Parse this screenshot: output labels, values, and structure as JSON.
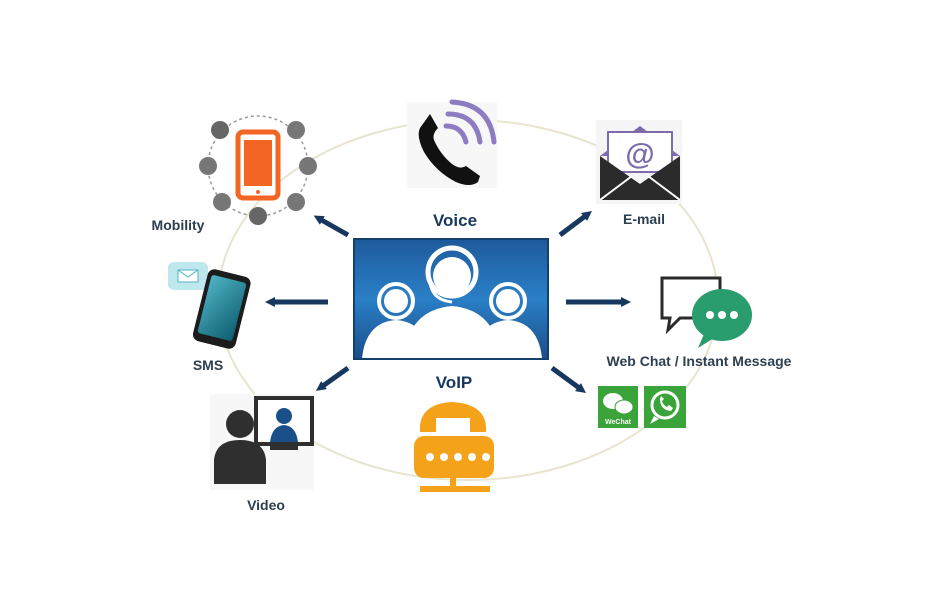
{
  "diagram": {
    "center_node": {
      "icon": "call-center-agents-icon"
    },
    "channels": [
      {
        "id": "voice",
        "label": "Voice",
        "icon": "phone-call-icon",
        "color": "#8e7cc3"
      },
      {
        "id": "email",
        "label": "E-mail",
        "icon": "envelope-at-icon",
        "color": "#7e6bab"
      },
      {
        "id": "webchat",
        "label": "Web Chat / Instant Message",
        "icon": "chat-bubbles-icon",
        "color": "#2a9d6f"
      },
      {
        "id": "wechat",
        "label": "WeChat",
        "icon": "wechat-icon",
        "color": "#3aa33a"
      },
      {
        "id": "whatsapp",
        "label": "WhatsApp",
        "icon": "whatsapp-icon",
        "color": "#3aa33a"
      },
      {
        "id": "voip",
        "label": "VoIP",
        "icon": "voip-phone-icon",
        "color": "#f4a21a"
      },
      {
        "id": "video",
        "label": "Video",
        "icon": "video-conference-icon",
        "color": "#2f2f2f"
      },
      {
        "id": "sms",
        "label": "SMS",
        "icon": "smartphone-message-icon",
        "color": "#1e6f84"
      },
      {
        "id": "mobility",
        "label": "Mobility",
        "icon": "mobile-apps-icon",
        "color": "#f26522"
      }
    ],
    "wechat_badge_text": "WeChat",
    "colors": {
      "hub_dark": "#1b4f8a",
      "hub_light": "#2f8fd6",
      "arrow": "#17375e",
      "ellipse": "#e9e4cf"
    }
  }
}
